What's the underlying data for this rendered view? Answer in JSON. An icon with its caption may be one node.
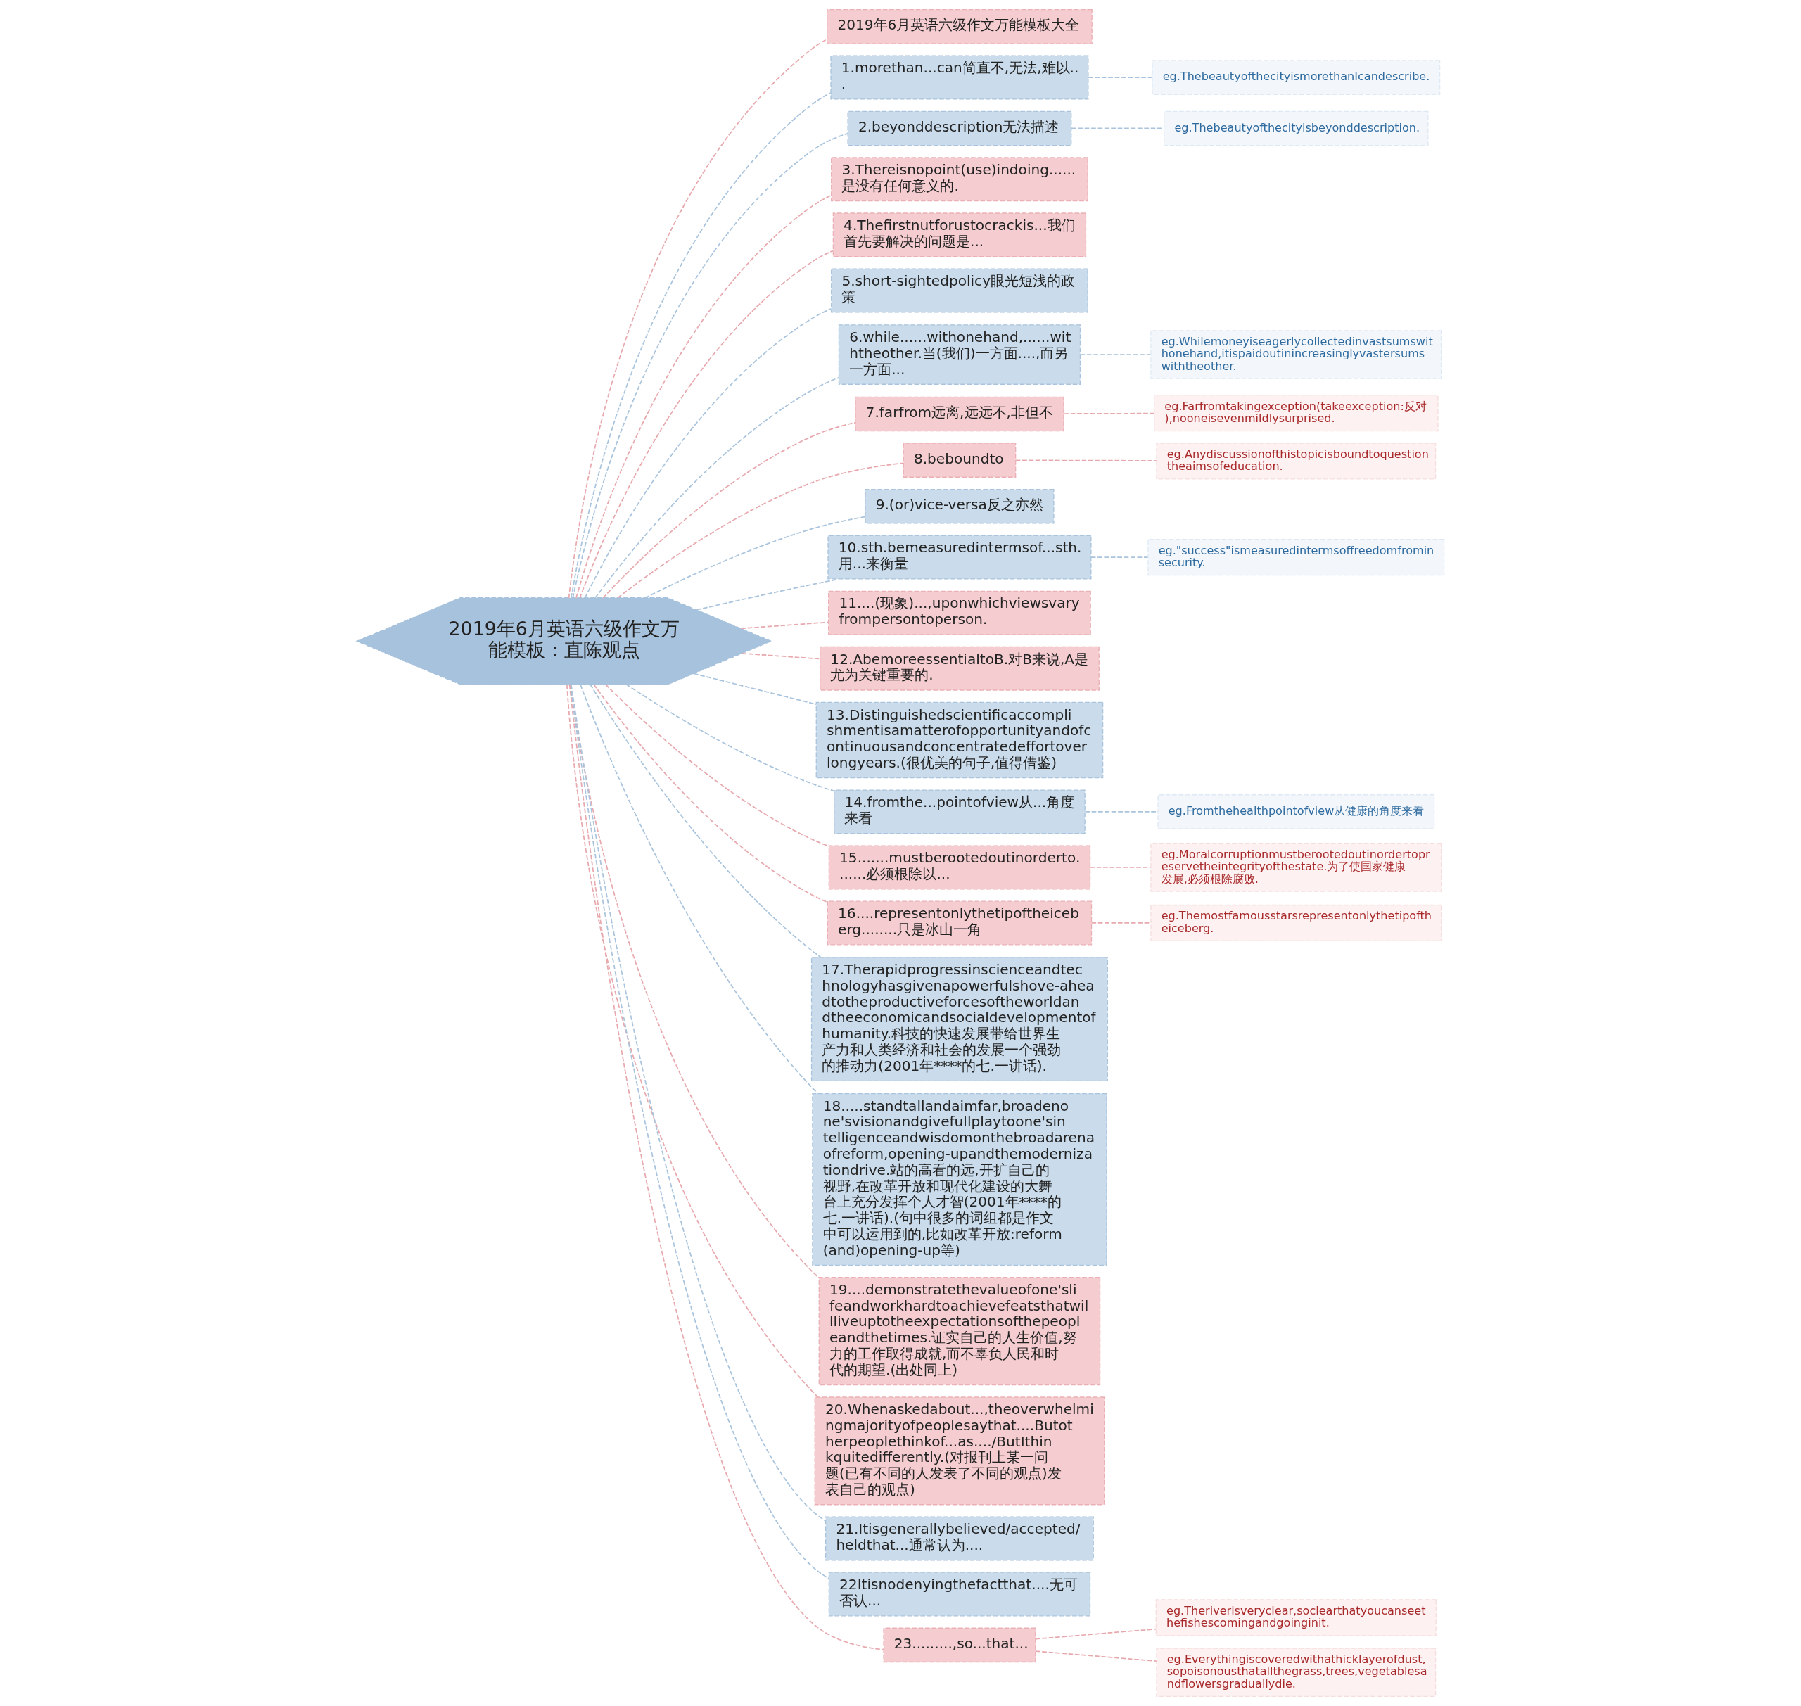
{
  "diagram": {
    "nodes": [
      {
        "text": [
          "2019年6月英语六级作文万能模板：直陈观点"
        ]
      },
      {
        "text": [
          "2019年6月英语六级作文万能模板大全"
        ]
      },
      {
        "text": [
          "1.morethan...can简直不,无法,难以..."
        ]
      },
      {
        "text": [
          "eg.ThebeautyofthecityismorethanIcandescribe."
        ]
      },
      {
        "text": [
          "2.beyonddescription无法描述"
        ]
      },
      {
        "text": [
          "eg.Thebeautyofthecityisbeyonddescription."
        ]
      },
      {
        "text": [
          "3.Thereisnopoint(use)indoing......是没有任何意义的."
        ]
      },
      {
        "text": [
          "4.Thefirstnutforustocrackis...我们首先要解决的问题是..."
        ]
      },
      {
        "text": [
          "5.short-sightedpolicy眼光短浅的政策"
        ]
      },
      {
        "text": [
          "6.while......withonehand,......withtheother.当(我们)一方面....,而另一方面..."
        ]
      },
      {
        "text": [
          "eg.Whilemoneyiseagerlycollectedinvastsumswithonehand,itispaidoutinincreasinglyvastersumswiththeother."
        ]
      },
      {
        "text": [
          "7.farfrom远离,远远不,非但不"
        ]
      },
      {
        "text": [
          "eg.Farfromtakingexception(takeexception:反对),nooneisevenmildlysurprised."
        ]
      },
      {
        "text": [
          "8.beboundto"
        ]
      },
      {
        "text": [
          "eg.Anydiscussionofthistopicisboundtoquestiontheaimsofeducation."
        ]
      },
      {
        "text": [
          "9.(or)vice-versa反之亦然"
        ]
      },
      {
        "text": [
          "10.sth.bemeasuredintermsof...sth.用...来衡量"
        ]
      },
      {
        "text": [
          "eg.\"success\"ismeasuredintermsoffreedomfrominsecurity."
        ]
      },
      {
        "text": [
          "11....(现象)...,uponwhichviewsvaryfrompersontoperson."
        ]
      },
      {
        "text": [
          "12.AbemoreessentialtoB.对B来说,A是尤为关键重要的."
        ]
      },
      {
        "text": [
          "13.Distinguishedscientificaccomplishmentisamatterofopportunityandofcontinuousandconcentratedeffortoverlongyears.(很优美的句子,值得借鉴)"
        ]
      },
      {
        "text": [
          "14.fromthe...pointofview从...角度来看"
        ]
      },
      {
        "text": [
          "eg.Fromthehealthpointofview从健康的角度来看"
        ]
      },
      {
        "text": [
          "15.......mustberootedoutinorderto.......必须根除以..."
        ]
      },
      {
        "text": [
          "eg.Moralcorruptionmustberootedoutinordertopreservetheintegrityofthestate.为了使国家健康发展,必须根除腐败."
        ]
      },
      {
        "text": [
          "16....representonlythetipoftheiceberg........只是冰山一角"
        ]
      },
      {
        "text": [
          "eg.Themostfamousstarsrepresentonlythetipoftheiceberg."
        ]
      },
      {
        "text": [
          "17.Therapidprogressinscienceandtechnologyhasgivenapowerfulshove-aheadtotheproductiveforcesoftheworldandtheeconomicandsocialdevelopmentofhumanity.科技的快速发展带给世界生产力和人类经济和社会的发展一个强劲的推动力(2001年****的七.一讲话)."
        ]
      },
      {
        "text": [
          "18.....standtallandaimfar,broadenone'svisionandgivefullplaytoone'sintelligenceandwisdomonthebroadarenaofreform,opening-upandthemodernizationdrive.站的高看的远,开扩自己的视野,在改革开放和现代化建设的大舞台上充分发挥个人才智(2001年****的七.一讲话).(句中很多的词组都是作文中可以运用到的,比如改革开放:reform(and)opening-up等)"
        ]
      },
      {
        "text": [
          "19....demonstratethevalueofone'slifeandworkhardtoachievefeatsthatwillliveuptotheexpectationsofthepeopleandthetimes.证实自己的人生价值,努力的工作取得成就,而不辜负人民和时代的期望.(出处同上)"
        ]
      },
      {
        "text": [
          "20.Whenaskedabout...,theoverwhelmingmajorityofpeoplesaythat....Butotherpeoplethinkof...as..../ButIthinkquitedifferently.(对报刊上某一问题(已有不同的人发表了不同的观点)发表自己的观点)"
        ]
      },
      {
        "text": [
          "21.Itisgenerallybelieved/accepted/heldthat...通常认为...."
        ]
      },
      {
        "text": [
          "22Itisnodenyingthefactthat....无可否认..."
        ]
      },
      {
        "text": [
          "23.........,so...that..."
        ]
      },
      {
        "text": [
          "eg.Theriverisveryclear,soclearthatyoucanseethefishescomingandgoinginit."
        ]
      },
      {
        "text": [
          "eg.Everythingiscoveredwithathicklayerofdust,sopoisonousthatallthegrass,trees,vegetablesandflowersgraduallydie."
        ]
      }
    ],
    "edges": [
      {
        "from": 0,
        "to": 1,
        "arrow": "none",
        "style": "dashed",
        "color": "#e8a9ae"
      },
      {
        "from": 0,
        "to": 2,
        "arrow": "none",
        "style": "dashed",
        "color": "#a9c4dc"
      },
      {
        "from": 2,
        "to": 3,
        "arrow": "none",
        "style": "dashed",
        "color": "#a9c4dc"
      },
      {
        "from": 0,
        "to": 4,
        "arrow": "none",
        "style": "dashed",
        "color": "#a9c4dc"
      },
      {
        "from": 4,
        "to": 5,
        "arrow": "none",
        "style": "dashed",
        "color": "#a9c4dc"
      },
      {
        "from": 0,
        "to": 6,
        "arrow": "none",
        "style": "dashed",
        "color": "#e8a9ae"
      },
      {
        "from": 0,
        "to": 7,
        "arrow": "none",
        "style": "dashed",
        "color": "#e8a9ae"
      },
      {
        "from": 0,
        "to": 8,
        "arrow": "none",
        "style": "dashed",
        "color": "#a9c4dc"
      },
      {
        "from": 0,
        "to": 9,
        "arrow": "none",
        "style": "dashed",
        "color": "#a9c4dc"
      },
      {
        "from": 9,
        "to": 10,
        "arrow": "none",
        "style": "dashed",
        "color": "#a9c4dc"
      },
      {
        "from": 0,
        "to": 11,
        "arrow": "none",
        "style": "dashed",
        "color": "#e8a9ae"
      },
      {
        "from": 11,
        "to": 12,
        "arrow": "none",
        "style": "dashed",
        "color": "#e8a9ae"
      },
      {
        "from": 0,
        "to": 13,
        "arrow": "none",
        "style": "dashed",
        "color": "#e8a9ae"
      },
      {
        "from": 13,
        "to": 14,
        "arrow": "none",
        "style": "dashed",
        "color": "#e8a9ae"
      },
      {
        "from": 0,
        "to": 15,
        "arrow": "none",
        "style": "dashed",
        "color": "#a9c4dc"
      },
      {
        "from": 0,
        "to": 16,
        "arrow": "none",
        "style": "dashed",
        "color": "#a9c4dc"
      },
      {
        "from": 16,
        "to": 17,
        "arrow": "none",
        "style": "dashed",
        "color": "#a9c4dc"
      },
      {
        "from": 0,
        "to": 18,
        "arrow": "none",
        "style": "dashed",
        "color": "#e8a9ae"
      },
      {
        "from": 0,
        "to": 19,
        "arrow": "none",
        "style": "dashed",
        "color": "#e8a9ae"
      },
      {
        "from": 0,
        "to": 20,
        "arrow": "none",
        "style": "dashed",
        "color": "#a9c4dc"
      },
      {
        "from": 0,
        "to": 21,
        "arrow": "none",
        "style": "dashed",
        "color": "#a9c4dc"
      },
      {
        "from": 21,
        "to": 22,
        "arrow": "none",
        "style": "dashed",
        "color": "#a9c4dc"
      },
      {
        "from": 0,
        "to": 23,
        "arrow": "none",
        "style": "dashed",
        "color": "#e8a9ae"
      },
      {
        "from": 23,
        "to": 24,
        "arrow": "none",
        "style": "dashed",
        "color": "#e8a9ae"
      },
      {
        "from": 0,
        "to": 25,
        "arrow": "none",
        "style": "dashed",
        "color": "#e8a9ae"
      },
      {
        "from": 25,
        "to": 26,
        "arrow": "none",
        "style": "dashed",
        "color": "#e8a9ae"
      },
      {
        "from": 0,
        "to": 27,
        "arrow": "none",
        "style": "dashed",
        "color": "#a9c4dc"
      },
      {
        "from": 0,
        "to": 28,
        "arrow": "none",
        "style": "dashed",
        "color": "#a9c4dc"
      },
      {
        "from": 0,
        "to": 29,
        "arrow": "none",
        "style": "dashed",
        "color": "#e8a9ae"
      },
      {
        "from": 0,
        "to": 30,
        "arrow": "none",
        "style": "dashed",
        "color": "#e8a9ae"
      },
      {
        "from": 0,
        "to": 31,
        "arrow": "none",
        "style": "dashed",
        "color": "#a9c4dc"
      },
      {
        "from": 0,
        "to": 32,
        "arrow": "none",
        "style": "dashed",
        "color": "#a9c4dc"
      },
      {
        "from": 0,
        "to": 33,
        "arrow": "none",
        "style": "dashed",
        "color": "#e8a9ae"
      },
      {
        "from": 33,
        "to": 34,
        "arrow": "none",
        "style": "dashed",
        "color": "#e8a9ae"
      },
      {
        "from": 33,
        "to": 35,
        "arrow": "none",
        "style": "dashed",
        "color": "#e8a9ae"
      }
    ]
  }
}
